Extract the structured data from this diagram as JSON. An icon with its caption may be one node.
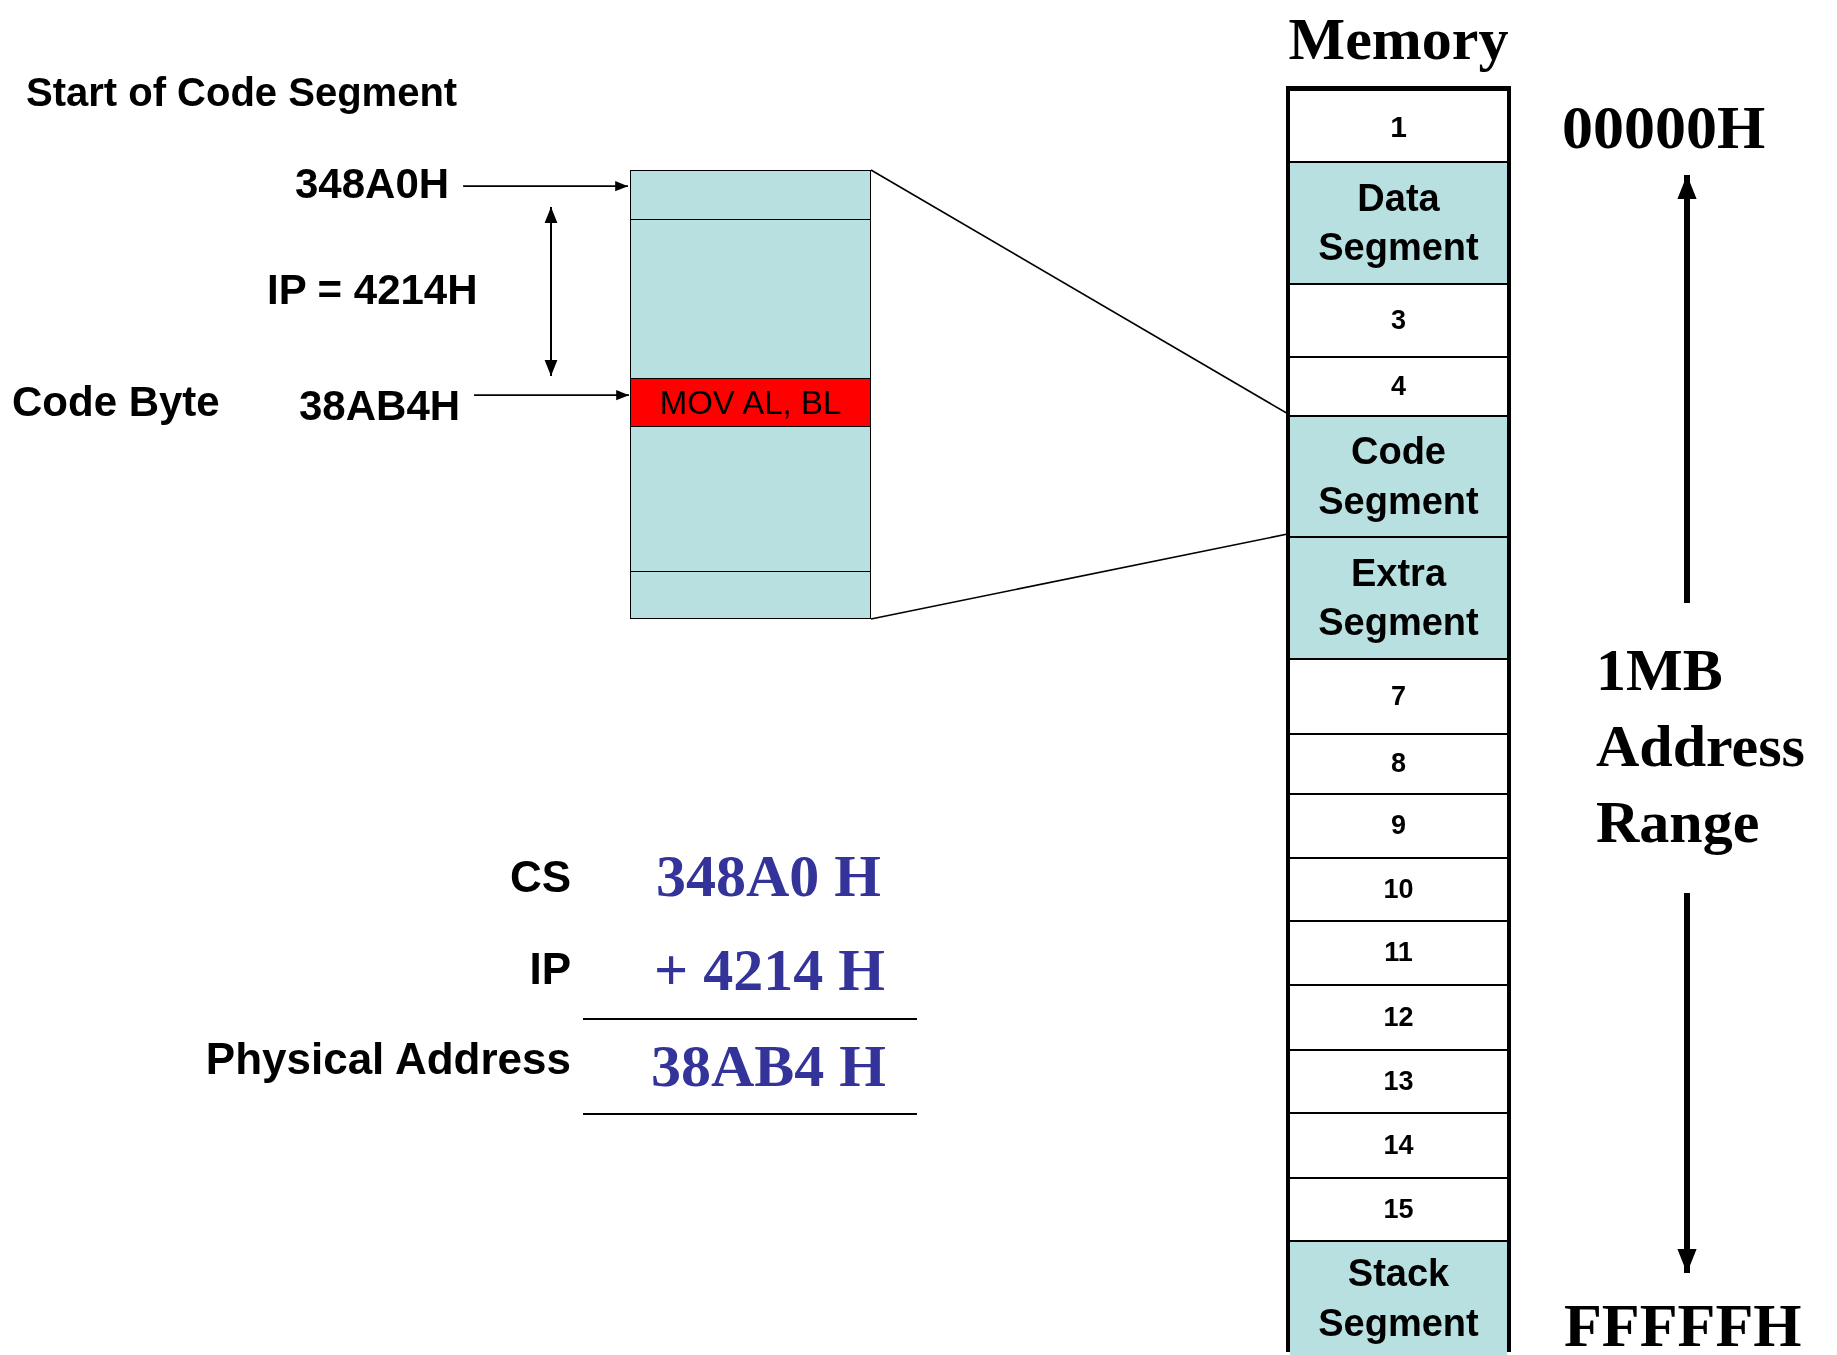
{
  "diagram": {
    "nodes": [
      {
        "text": [
          "Memory"
        ]
      },
      {
        "text": [
          "1"
        ],
        "in": 0
      },
      {
        "text": [
          "Data Segment"
        ],
        "in": 0
      },
      {
        "text": [
          "3"
        ],
        "in": 0
      },
      {
        "text": [
          "4"
        ],
        "in": 0
      },
      {
        "text": [
          "Code Segment"
        ],
        "in": 0
      },
      {
        "text": [
          "Extra Segment"
        ],
        "in": 0
      },
      {
        "text": [
          "7"
        ],
        "in": 0
      },
      {
        "text": [
          "8"
        ],
        "in": 0
      },
      {
        "text": [
          "9"
        ],
        "in": 0
      },
      {
        "text": [
          "10"
        ],
        "in": 0
      },
      {
        "text": [
          "11"
        ],
        "in": 0
      },
      {
        "text": [
          "12"
        ],
        "in": 0
      },
      {
        "text": [
          "13"
        ],
        "in": 0
      },
      {
        "text": [
          "14"
        ],
        "in": 0
      },
      {
        "text": [
          "15"
        ],
        "in": 0
      },
      {
        "text": [
          "Stack Segment"
        ],
        "in": 0
      },
      {
        "text": [
          "348A0H"
        ]
      },
      {
        "text": [
          "38AB4H"
        ]
      },
      {
        "text": [],
        "shape": "box"
      },
      {
        "text": [
          "MOV AL, BL"
        ],
        "in": 19
      }
    ],
    "edges": [
      {
        "from": 17,
        "to": 19,
        "arrow": "to"
      },
      {
        "from": 18,
        "to": 20,
        "arrow": "to"
      },
      {
        "from": 19,
        "to": 5,
        "arrow": "none"
      },
      {
        "from": 19,
        "to": 5,
        "arrow": "none"
      }
    ],
    "labels": [
      "Start of Code Segment",
      "IP = 4214H",
      "Code Byte",
      "00000H",
      "1MB Address Range",
      "FFFFFH",
      "CS",
      "348A0 H",
      "IP",
      "+ 4214 H",
      "Physical Address",
      "38AB4 H"
    ]
  }
}
